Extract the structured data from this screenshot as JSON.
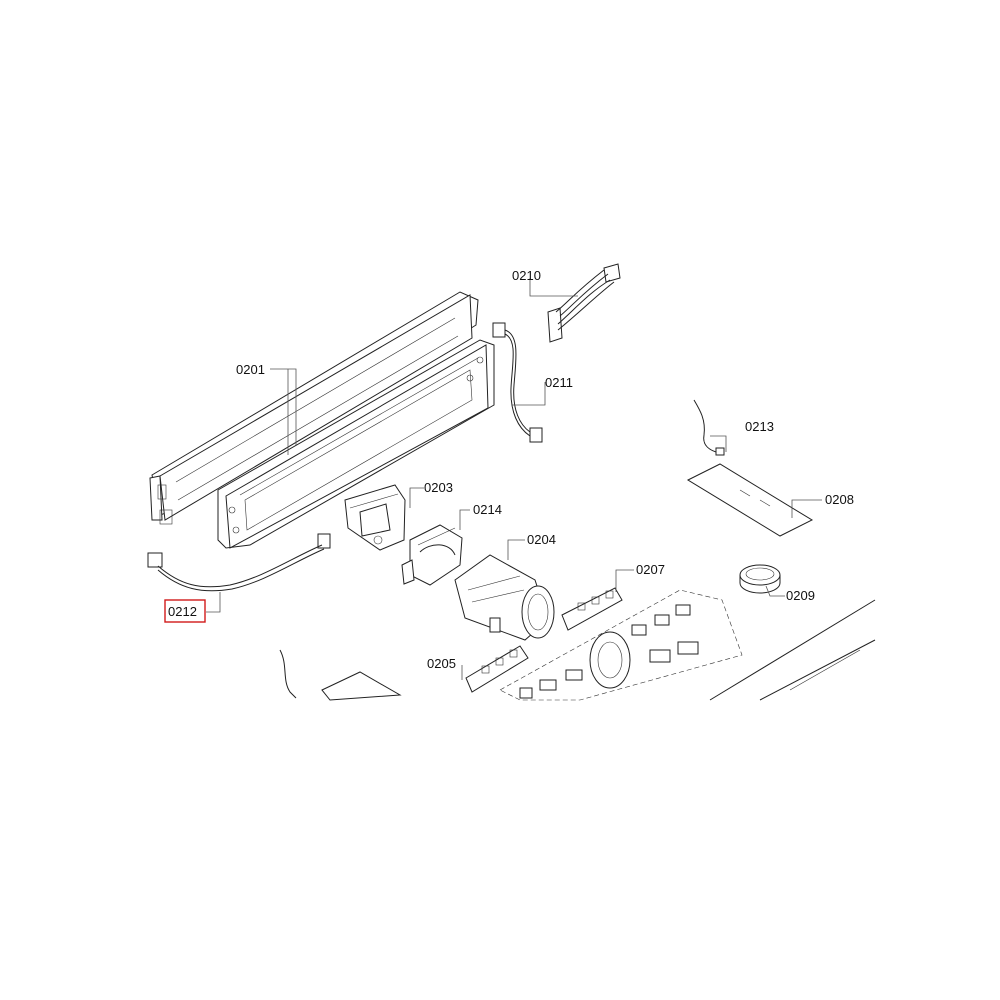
{
  "diagram": {
    "labels": {
      "p0201": "0201",
      "p0203": "0203",
      "p0204": "0204",
      "p0205": "0205",
      "p0207": "0207",
      "p0208": "0208",
      "p0209": "0209",
      "p0210": "0210",
      "p0211": "0211",
      "p0212": "0212",
      "p0213": "0213",
      "p0214": "0214"
    },
    "highlighted": "0212",
    "highlight_color": "#d11a1a"
  }
}
